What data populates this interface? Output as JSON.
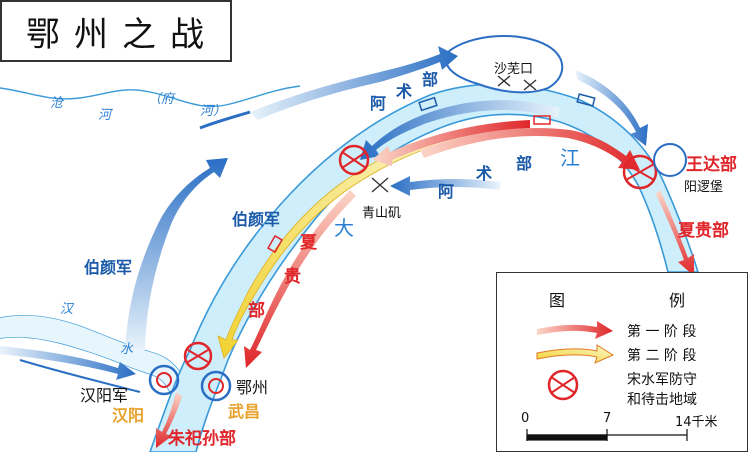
{
  "title": "鄂州之战",
  "rivers": {
    "cang_river": [
      "沧",
      "河",
      "（府",
      "河）"
    ],
    "han_river": [
      "汉",
      "水"
    ],
    "yangtze": [
      "大",
      "江"
    ]
  },
  "places": {
    "shawukou": "沙芜口",
    "qingshanji": "青山矶",
    "yangluobao": "阳逻堡",
    "hanyang": "汉阳",
    "ezhou": "鄂州",
    "wuchang": "武昌"
  },
  "forces": {
    "boyan_upper": "伯颜军",
    "boyan_mid": "伯颜军",
    "hanyang_army": "汉阳军",
    "ashu_top": [
      "阿",
      "术",
      "部"
    ],
    "ashu_river": [
      "阿",
      "术",
      "部"
    ],
    "wangda": "王达部",
    "xiagui_right": "夏贵部",
    "xiagui_left": [
      "夏",
      "贵",
      "部"
    ],
    "zhusisun": "朱祀孙部"
  },
  "legend": {
    "title_left": "图",
    "title_right": "例",
    "items": [
      {
        "label": "第 一 阶 段"
      },
      {
        "label": "第 二 阶 段"
      },
      {
        "label": "宋水军防守",
        "label2": "和待击地域"
      }
    ],
    "scale": {
      "ticks": [
        "0",
        "7",
        "14千米"
      ]
    }
  },
  "colors": {
    "land": "#ffffff",
    "water": "#cdeefa",
    "riverbank": "#3a9ad9",
    "mongol_arrow": "#2a6ec4",
    "song_red": "#e0262a",
    "stage2_yellow": "#f5e66a"
  }
}
